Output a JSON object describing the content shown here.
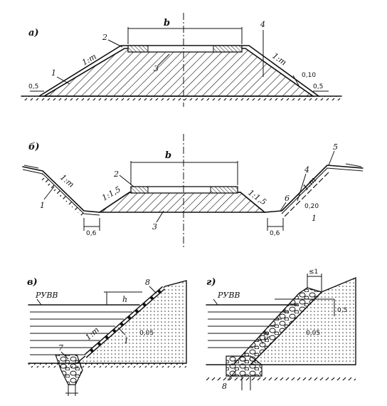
{
  "panels": {
    "a": {
      "letter": "а)",
      "width_label": "b",
      "slope_left": "1:m",
      "slope_right": "1:m",
      "dim_left": "0,5",
      "dim_right": "0,5",
      "thickness": "0,10",
      "callouts": [
        "1",
        "2",
        "3",
        "4"
      ]
    },
    "b": {
      "letter": "б)",
      "width_label": "b",
      "slope_outer_left": "1:m",
      "slope_outer_right": "1:m",
      "slope_inner_left": "1:1,5",
      "slope_inner_right": "1:1,5",
      "dim_left": "0,6",
      "dim_right": "0,6",
      "thickness": "0,20",
      "callouts": [
        "1",
        "2",
        "3",
        "4",
        "5",
        "6",
        "1"
      ]
    },
    "v": {
      "letter": "в)",
      "water_label": "РУВВ",
      "height_label": "h",
      "slope": "1:m",
      "thickness": "0,05",
      "callouts": [
        "8",
        "1",
        "7"
      ]
    },
    "g": {
      "letter": "г)",
      "water_label": "РУВВ",
      "top_dim": "≤1",
      "side_dim": "0,5",
      "slope": "1:2",
      "thickness": "0,05",
      "callouts": [
        "8"
      ]
    }
  }
}
